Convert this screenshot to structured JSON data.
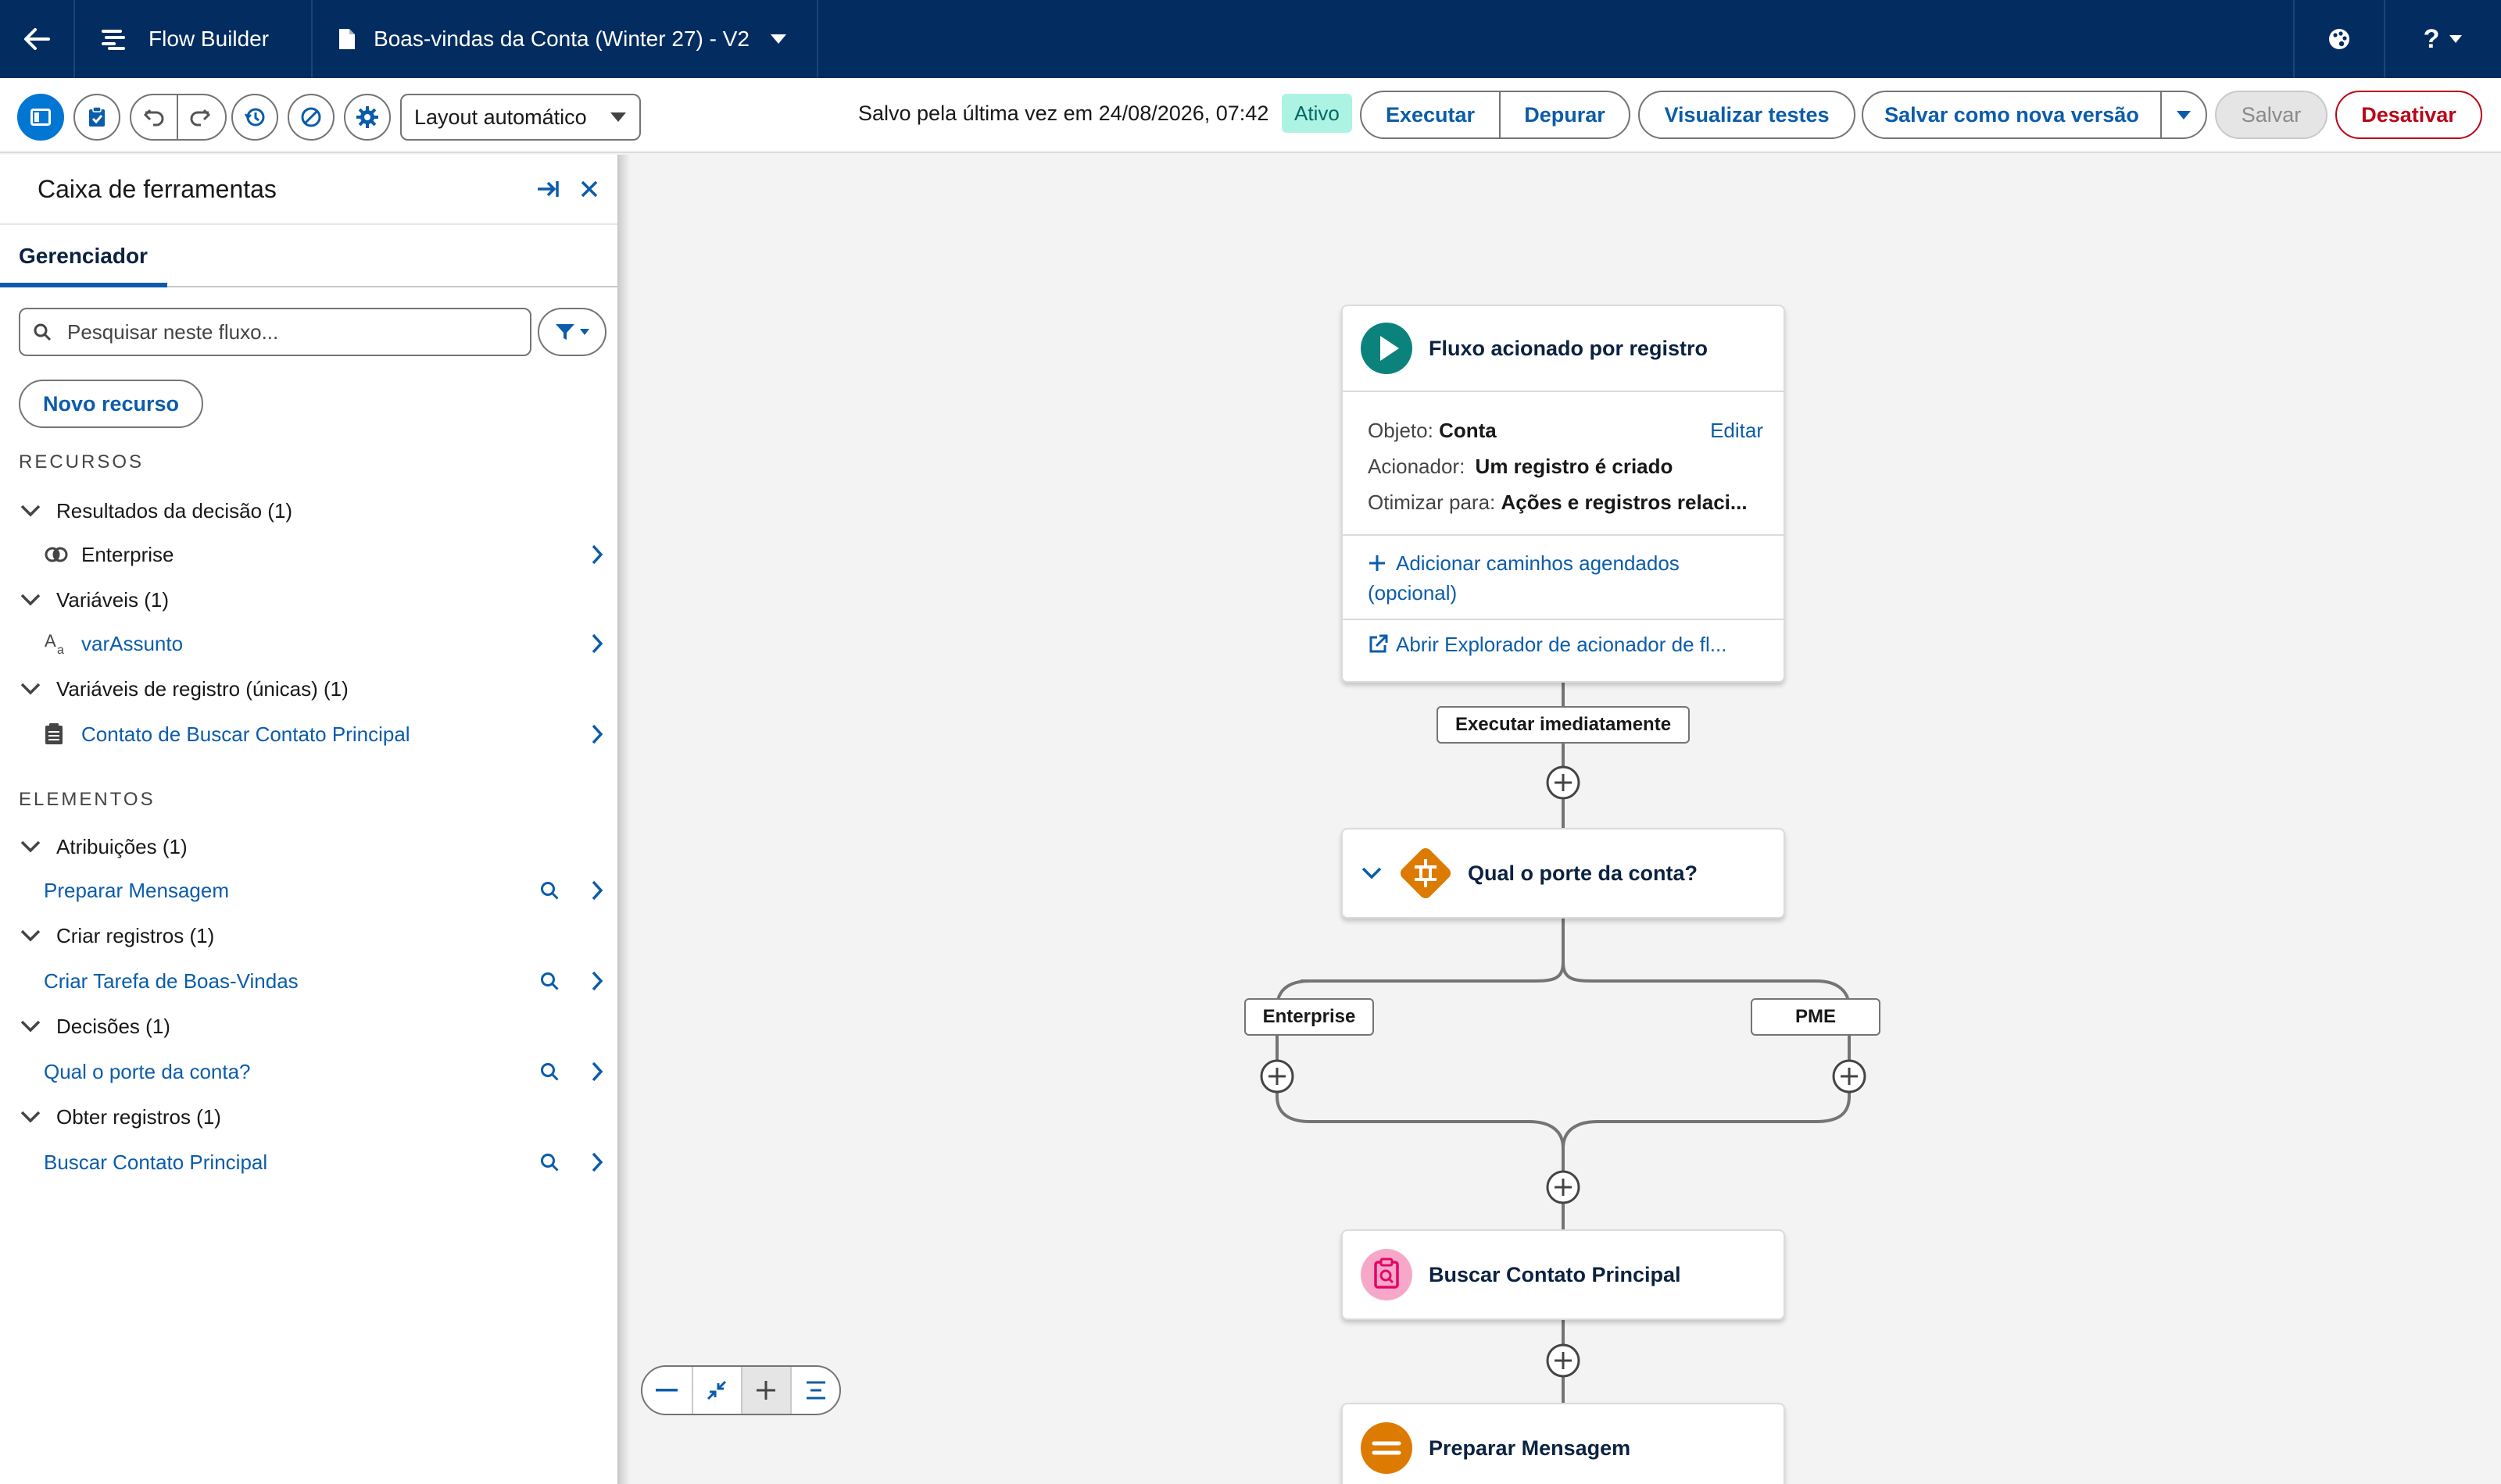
{
  "topbar": {
    "app_name": "Flow Builder",
    "flow_name": "Boas-vindas da Conta (Winter 27) - V2",
    "help_label": "?"
  },
  "toolbar": {
    "layout_select": "Layout automático",
    "saved_text": "Salvo pela última vez em 24/08/2026, 07:42",
    "status_badge": "Ativo",
    "run": "Executar",
    "debug": "Depurar",
    "view_tests": "Visualizar testes",
    "save_as_new": "Salvar como nova versão",
    "save": "Salvar",
    "deactivate": "Desativar"
  },
  "sidebar": {
    "title": "Caixa de ferramentas",
    "tab": "Gerenciador",
    "search_placeholder": "Pesquisar neste fluxo...",
    "new_resource": "Novo recurso",
    "resources_heading": "RECURSOS",
    "resources": [
      {
        "group": "Resultados da decisão (1)",
        "item": "Enterprise",
        "icon": "outcome-icon"
      },
      {
        "group": "Variáveis (1)",
        "item": "varAssunto",
        "icon": "text-variable-icon"
      },
      {
        "group": "Variáveis de registro (únicas) (1)",
        "item": "Contato de Buscar Contato Principal",
        "icon": "record-variable-icon"
      }
    ],
    "elements_heading": "ELEMENTOS",
    "elements": [
      {
        "group": "Atribuições (1)",
        "item": "Preparar Mensagem"
      },
      {
        "group": "Criar registros (1)",
        "item": "Criar Tarefa de Boas-Vindas"
      },
      {
        "group": "Decisões (1)",
        "item": "Qual o porte da conta?"
      },
      {
        "group": "Obter registros (1)",
        "item": "Buscar Contato Principal"
      }
    ]
  },
  "canvas": {
    "start": {
      "title": "Fluxo acionado por registro",
      "object_label": "Objeto:",
      "object_value": "Conta",
      "edit": "Editar",
      "trigger_label": "Acionador:",
      "trigger_value": "Um registro é criado",
      "optimize_label": "Otimizar para:",
      "optimize_value": "Ações e registros relaci...",
      "add_paths_line1": "Adicionar caminhos agendados",
      "add_paths_line2": "(opcional)",
      "open_explorer": "Abrir Explorador de acionador de fl..."
    },
    "run_immediately": "Executar imediatamente",
    "decision_title": "Qual o porte da conta?",
    "branch_left": "Enterprise",
    "branch_right": "PME",
    "get_records_title": "Buscar Contato Principal",
    "assignment_title": "Preparar Mensagem"
  },
  "colors": {
    "header": "#032d60",
    "brand_blue": "#0176d3",
    "link_blue": "#0b5cab",
    "start_teal": "#0b827c",
    "decision_orange": "#dd7a01",
    "get_records_pink": "#e3066a",
    "destructive": "#ba0517"
  }
}
